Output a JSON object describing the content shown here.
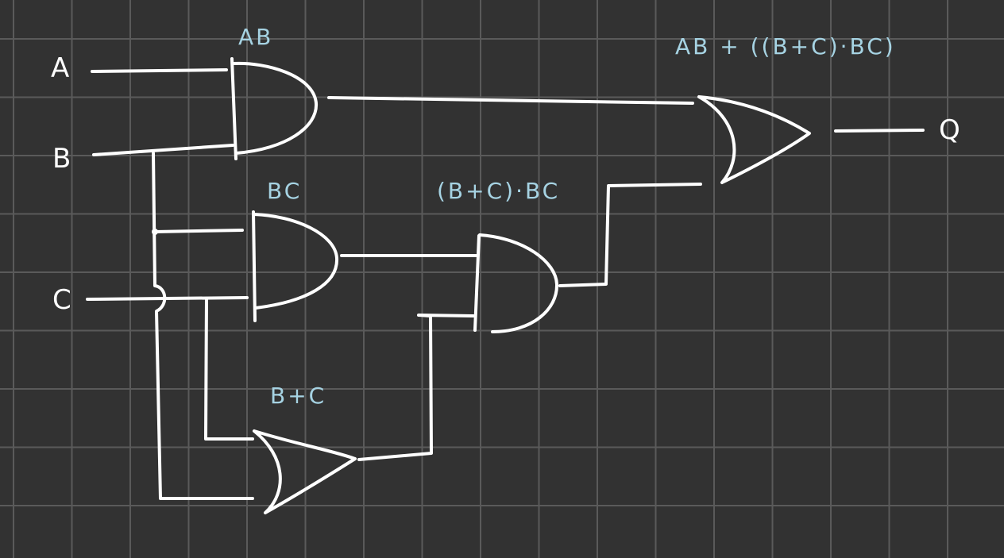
{
  "inputs": {
    "a": "A",
    "b": "B",
    "c": "C"
  },
  "output": {
    "q": "Q"
  },
  "expressions": {
    "ab": "AB",
    "bc": "BC",
    "b_plus_c": "B+C",
    "and_combined": "(B+C)·BC",
    "final": "AB + ((B+C)·BC)"
  },
  "gates": [
    {
      "type": "AND",
      "output": "AB"
    },
    {
      "type": "AND",
      "output": "BC"
    },
    {
      "type": "OR",
      "output": "B+C"
    },
    {
      "type": "AND",
      "output": "(B+C)·BC"
    },
    {
      "type": "OR",
      "output": "Q"
    }
  ],
  "colors": {
    "background": "#323232",
    "grid": "#5a5a5a",
    "wire": "#ffffff",
    "expression_label": "#a6d3e3"
  }
}
